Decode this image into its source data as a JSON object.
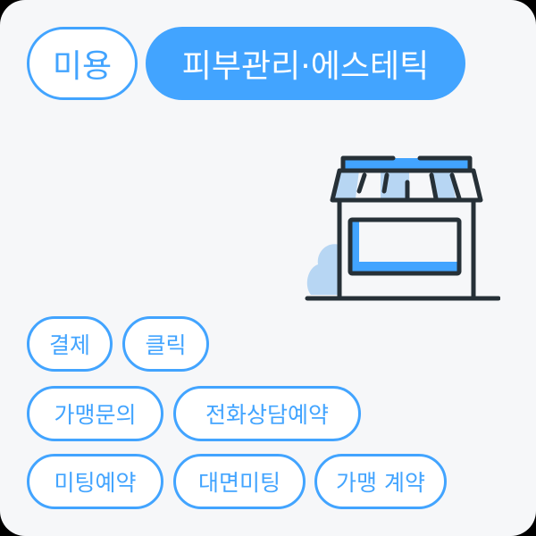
{
  "category": {
    "primary": "미용",
    "secondary": "피부관리·에스테틱"
  },
  "illustration": {
    "icon": "storefront-icon",
    "colors": {
      "accent": "#42a4ff",
      "light_accent": "#b7d6f3",
      "outline": "#263037"
    }
  },
  "tags": [
    "결제",
    "클릭",
    "가맹문의",
    "전화상담예약",
    "미팅예약",
    "대면미팅",
    "가맹 계약"
  ],
  "colors": {
    "background": "#f6f7f9",
    "accent": "#42a4ff",
    "pill_bg": "#ffffff"
  }
}
